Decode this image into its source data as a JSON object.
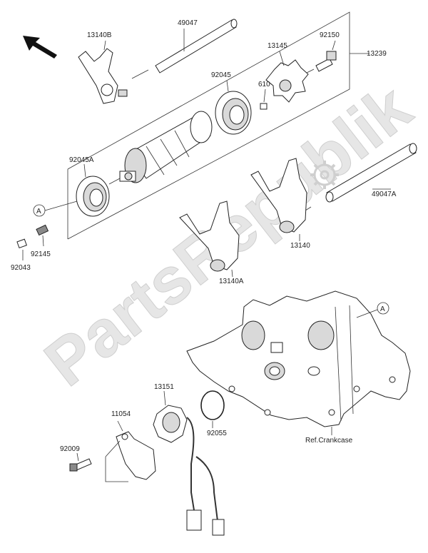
{
  "watermark": "PartsRepublik",
  "colors": {
    "line": "#333333",
    "watermark": "#e6e6e6",
    "background": "#ffffff"
  },
  "icons": {
    "direction": "arrow-icon",
    "watermark_logo": "gear-icon"
  },
  "labels": {
    "p13140B": "13140B",
    "p49047": "49047",
    "p92150": "92150",
    "p13145": "13145",
    "p13239": "13239",
    "p92045": "92045",
    "p610": "610",
    "p92045A": "92045A",
    "p49047A": "49047A",
    "pA1": "A",
    "p92145": "92145",
    "p92043": "92043",
    "p13140": "13140",
    "p13140A": "13140A",
    "pA2": "A",
    "p13151": "13151",
    "p11054": "11054",
    "p92009": "92009",
    "p92055": "92055",
    "refCrankcase": "Ref.Crankcase"
  }
}
